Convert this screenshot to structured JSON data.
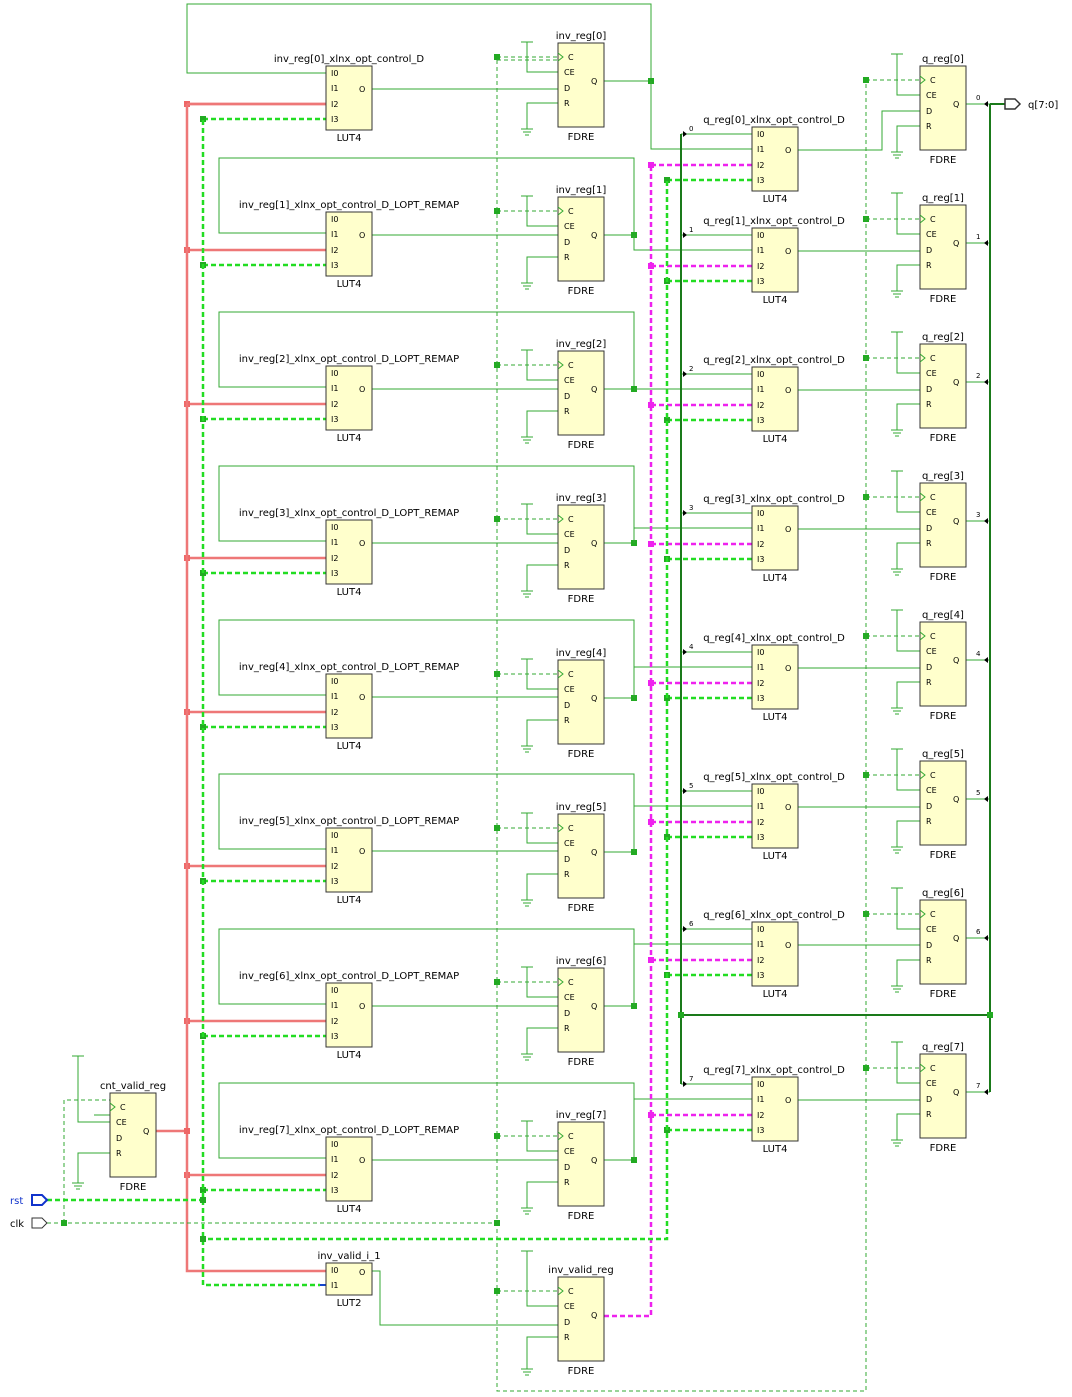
{
  "ports": {
    "rst": "rst",
    "clk": "clk",
    "q": "q[7:0]"
  },
  "cells": {
    "cnt_valid_reg": {
      "name": "cnt_valid_reg",
      "type": "FDRE"
    },
    "inv_valid_i_1": {
      "name": "inv_valid_i_1",
      "type": "LUT2"
    },
    "inv_valid_reg": {
      "name": "inv_valid_reg",
      "type": "FDRE"
    }
  },
  "inv_luts": [
    {
      "name": "inv_reg[0]_xlnx_opt_control_D",
      "type": "LUT4"
    },
    {
      "name": "inv_reg[1]_xlnx_opt_control_D_LOPT_REMAP",
      "type": "LUT4"
    },
    {
      "name": "inv_reg[2]_xlnx_opt_control_D_LOPT_REMAP",
      "type": "LUT4"
    },
    {
      "name": "inv_reg[3]_xlnx_opt_control_D_LOPT_REMAP",
      "type": "LUT4"
    },
    {
      "name": "inv_reg[4]_xlnx_opt_control_D_LOPT_REMAP",
      "type": "LUT4"
    },
    {
      "name": "inv_reg[5]_xlnx_opt_control_D_LOPT_REMAP",
      "type": "LUT4"
    },
    {
      "name": "inv_reg[6]_xlnx_opt_control_D_LOPT_REMAP",
      "type": "LUT4"
    },
    {
      "name": "inv_reg[7]_xlnx_opt_control_D_LOPT_REMAP",
      "type": "LUT4"
    }
  ],
  "inv_regs": [
    {
      "name": "inv_reg[0]",
      "type": "FDRE"
    },
    {
      "name": "inv_reg[1]",
      "type": "FDRE"
    },
    {
      "name": "inv_reg[2]",
      "type": "FDRE"
    },
    {
      "name": "inv_reg[3]",
      "type": "FDRE"
    },
    {
      "name": "inv_reg[4]",
      "type": "FDRE"
    },
    {
      "name": "inv_reg[5]",
      "type": "FDRE"
    },
    {
      "name": "inv_reg[6]",
      "type": "FDRE"
    },
    {
      "name": "inv_reg[7]",
      "type": "FDRE"
    }
  ],
  "q_luts": [
    {
      "name": "q_reg[0]_xlnx_opt_control_D",
      "type": "LUT4"
    },
    {
      "name": "q_reg[1]_xlnx_opt_control_D",
      "type": "LUT4"
    },
    {
      "name": "q_reg[2]_xlnx_opt_control_D",
      "type": "LUT4"
    },
    {
      "name": "q_reg[3]_xlnx_opt_control_D",
      "type": "LUT4"
    },
    {
      "name": "q_reg[4]_xlnx_opt_control_D",
      "type": "LUT4"
    },
    {
      "name": "q_reg[5]_xlnx_opt_control_D",
      "type": "LUT4"
    },
    {
      "name": "q_reg[6]_xlnx_opt_control_D",
      "type": "LUT4"
    },
    {
      "name": "q_reg[7]_xlnx_opt_control_D",
      "type": "LUT4"
    }
  ],
  "q_regs": [
    {
      "name": "q_reg[0]",
      "type": "FDRE"
    },
    {
      "name": "q_reg[1]",
      "type": "FDRE"
    },
    {
      "name": "q_reg[2]",
      "type": "FDRE"
    },
    {
      "name": "q_reg[3]",
      "type": "FDRE"
    },
    {
      "name": "q_reg[4]",
      "type": "FDRE"
    },
    {
      "name": "q_reg[5]",
      "type": "FDRE"
    },
    {
      "name": "q_reg[6]",
      "type": "FDRE"
    },
    {
      "name": "q_reg[7]",
      "type": "FDRE"
    }
  ],
  "bus_bits": [
    "0",
    "1",
    "2",
    "3",
    "4",
    "5",
    "6",
    "7"
  ],
  "pins": {
    "ff": [
      "C",
      "CE",
      "D",
      "R",
      "Q"
    ],
    "lut4": [
      "I0",
      "I1",
      "I2",
      "I3",
      "O"
    ],
    "lut2": [
      "I0",
      "I1",
      "O"
    ]
  },
  "colors": {
    "cell_fill": "#ffffcc",
    "net": "#33a833",
    "bus": "#1a7a1a",
    "clock_highlight": "#22dd22",
    "valid_highlight": "#ee22ee",
    "cnt_valid_highlight": "#ee7777",
    "port_text": "#1133cc"
  }
}
